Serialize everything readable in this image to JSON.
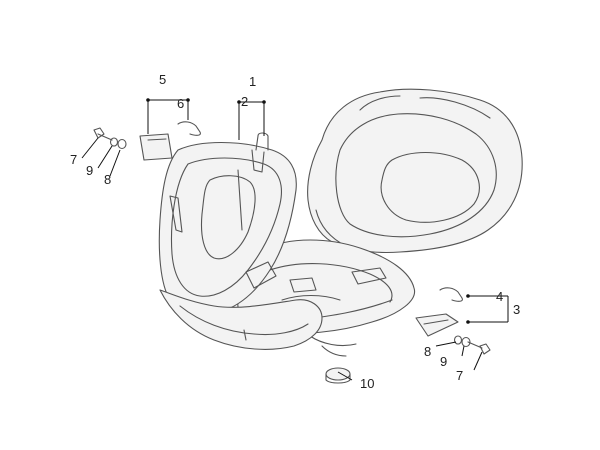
{
  "callouts": [
    {
      "id": "c1",
      "label": "1"
    },
    {
      "id": "c2",
      "label": "2"
    },
    {
      "id": "c3",
      "label": "3"
    },
    {
      "id": "c4",
      "label": "4"
    },
    {
      "id": "c5",
      "label": "5"
    },
    {
      "id": "c6",
      "label": "6"
    },
    {
      "id": "c7a",
      "label": "7"
    },
    {
      "id": "c7b",
      "label": "7"
    },
    {
      "id": "c8a",
      "label": "8"
    },
    {
      "id": "c8b",
      "label": "8"
    },
    {
      "id": "c9a",
      "label": "9"
    },
    {
      "id": "c9b",
      "label": "9"
    },
    {
      "id": "c10",
      "label": "10"
    }
  ],
  "colors": {
    "line": "#555555",
    "leader": "#111111",
    "background": "#ffffff"
  }
}
